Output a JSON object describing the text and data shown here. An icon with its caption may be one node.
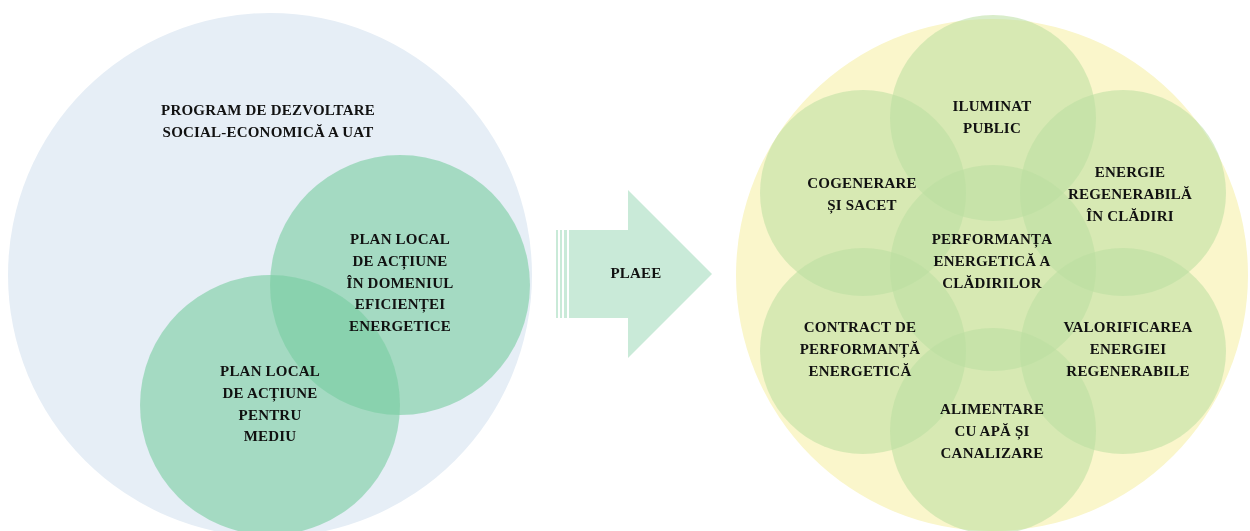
{
  "diagram": {
    "nodes": [
      {
        "text": [
          "PROGRAM DE DEZVOLTARE SOCIAL-ECONOMICĂ A UAT"
        ]
      },
      {
        "text": [
          "PLAN LOCAL DE ACȚIUNE ÎN DOMENIUL EFICIENȚEI ENERGETICE"
        ],
        "in": 0
      },
      {
        "text": [
          "PLAN LOCAL DE ACȚIUNE PENTRU MEDIU"
        ],
        "in": 0
      },
      {
        "text": [
          "PLAEE"
        ]
      },
      {
        "text": [],
        "shape": "circle"
      },
      {
        "text": [
          "ILUMINAT PUBLIC"
        ],
        "in": 4
      },
      {
        "text": [
          "COGENERARE ȘI SACET"
        ],
        "in": 4
      },
      {
        "text": [
          "ENERGIE REGENERABILĂ ÎN CLĂDIRI"
        ],
        "in": 4
      },
      {
        "text": [
          "PERFORMANȚA ENERGETICĂ A CLĂDIRILOR"
        ],
        "in": 4
      },
      {
        "text": [
          "CONTRACT DE PERFORMANȚĂ ENERGETICĂ"
        ],
        "in": 4
      },
      {
        "text": [
          "VALORIFICAREA ENERGIEI REGENERABILE"
        ],
        "in": 4
      },
      {
        "text": [
          "ALIMENTARE CU APĂ ȘI CANALIZARE"
        ],
        "in": 4
      }
    ]
  }
}
